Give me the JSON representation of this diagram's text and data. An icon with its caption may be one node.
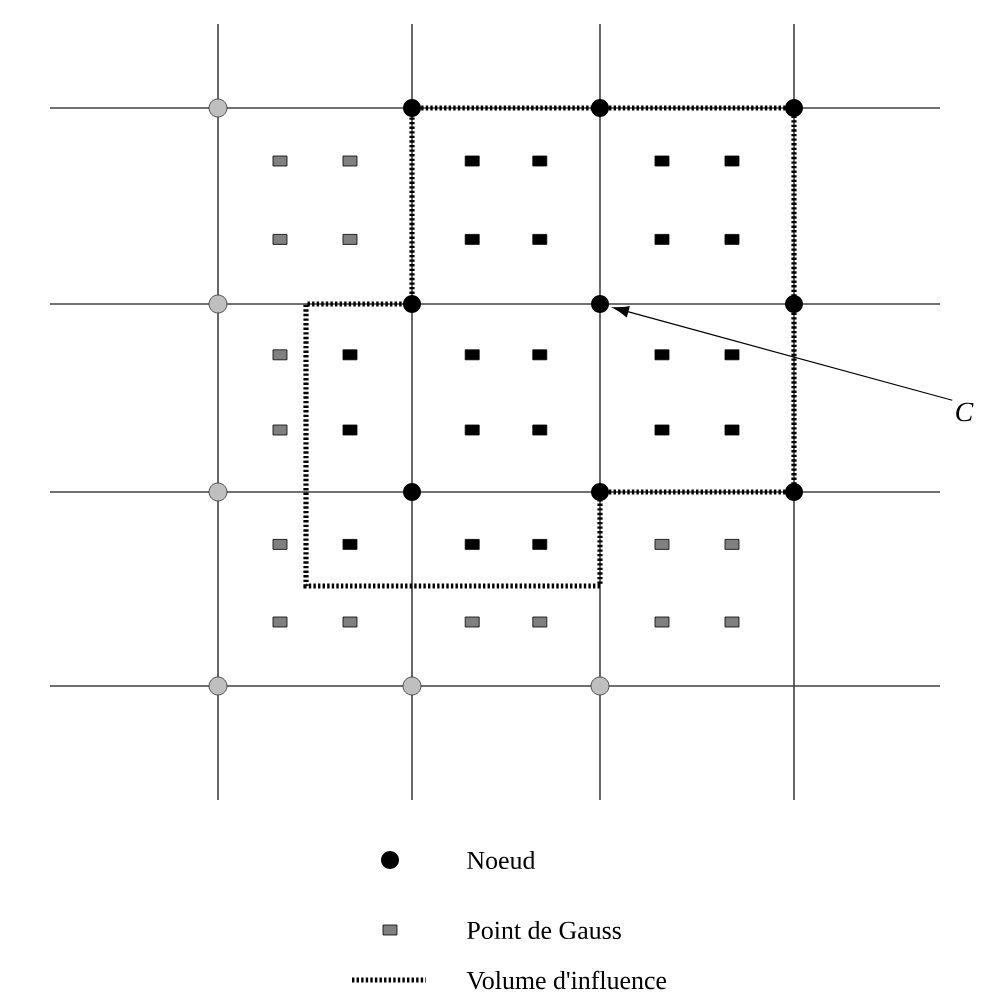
{
  "diagram": {
    "nodes": [
      {
        "text": [],
        "shape": "circle"
      },
      {
        "text": [
          "C"
        ]
      }
    ],
    "edges": [
      {
        "from": 1,
        "to": 0,
        "arrow": "to"
      }
    ],
    "legend": [
      {
        "text": "Noeud"
      },
      {
        "text": "Point de Gauss"
      },
      {
        "text": "Volume d'influence"
      }
    ]
  }
}
